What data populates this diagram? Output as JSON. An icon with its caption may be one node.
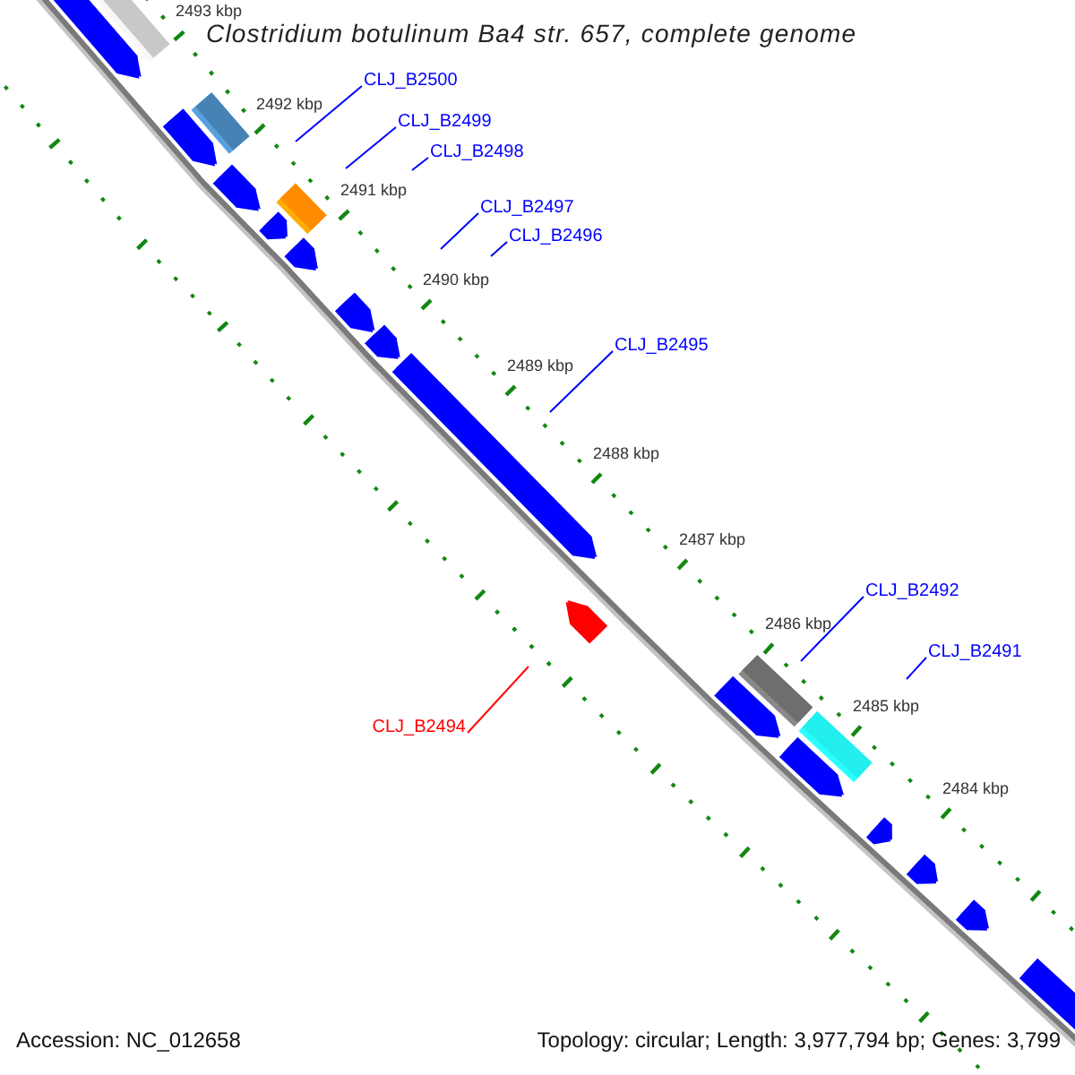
{
  "diagram": {
    "title": "Clostridium botulinum Ba4 str. 657, complete genome",
    "nodes": [
      {
        "text": [
          "CLJ_B2500"
        ]
      },
      {
        "text": [
          "CLJ_B2499"
        ]
      },
      {
        "text": [
          "CLJ_B2498"
        ]
      },
      {
        "text": [
          "CLJ_B2497"
        ]
      },
      {
        "text": [
          "CLJ_B2496"
        ]
      },
      {
        "text": [
          "CLJ_B2495"
        ]
      },
      {
        "text": [
          "CLJ_B2492"
        ]
      },
      {
        "text": [
          "CLJ_B2491"
        ]
      },
      {
        "text": [
          "CLJ_B2494"
        ]
      }
    ],
    "edges": [
      {
        "from": 0,
        "to": null,
        "arrow": "none"
      },
      {
        "from": 1,
        "to": null,
        "arrow": "none"
      },
      {
        "from": 2,
        "to": null,
        "arrow": "none"
      },
      {
        "from": 3,
        "to": null,
        "arrow": "none"
      },
      {
        "from": 4,
        "to": null,
        "arrow": "none"
      },
      {
        "from": 5,
        "to": null,
        "arrow": "none"
      },
      {
        "from": 6,
        "to": null,
        "arrow": "none"
      },
      {
        "from": 7,
        "to": null,
        "arrow": "none"
      },
      {
        "from": 8,
        "to": null,
        "arrow": "none",
        "color": "#ff0000"
      }
    ],
    "labels": [
      "2493 kbp",
      "2492 kbp",
      "2491 kbp",
      "2490 kbp",
      "2489 kbp",
      "2488 kbp",
      "2487 kbp",
      "2486 kbp",
      "2485 kbp",
      "2484 kbp",
      "Accession: NC_012658",
      "Topology: circular; Length: 3,977,794 bp; Genes: 3,799"
    ]
  }
}
